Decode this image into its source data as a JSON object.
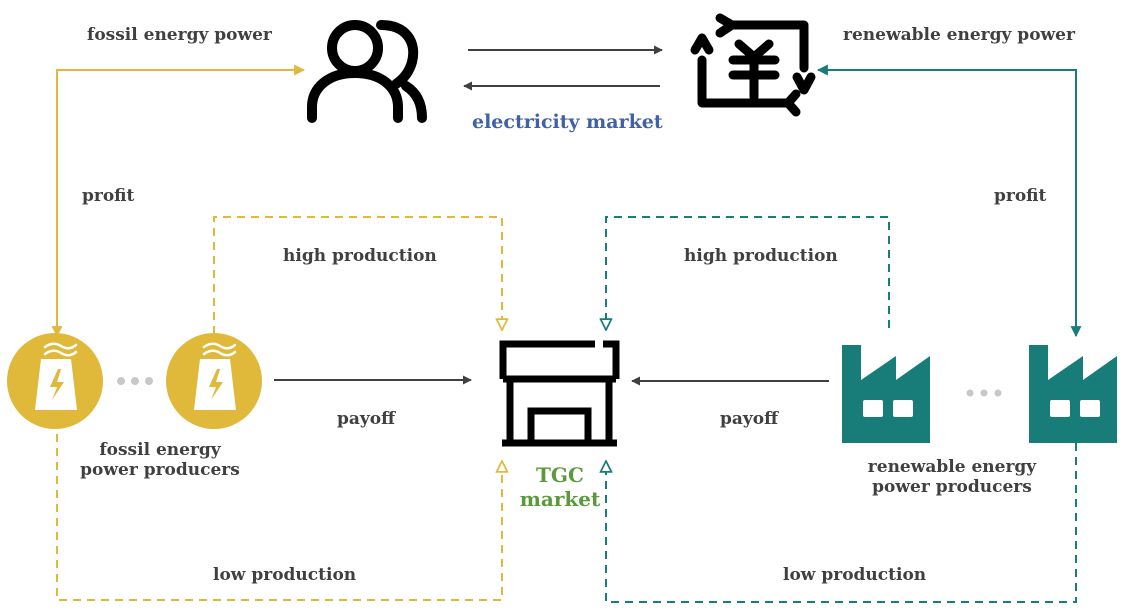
{
  "colors": {
    "fossil": "#e0b93a",
    "renewable": "#187d78",
    "arrow": "#404040",
    "electricity_market_text": "#4060a8",
    "tgc_text": "#5a9a3c",
    "dots": "#c8c8c8"
  },
  "icons": {
    "consumers": "people-icon",
    "electricity_market": "yen-exchange-icon",
    "tgc_market": "storefront-icon",
    "fossil_producer": "power-plant-icon",
    "renewable_producer": "factory-icon"
  },
  "labels": {
    "fossil_energy_power": "fossil energy power",
    "renewable_energy_power": "renewable energy power",
    "electricity_market": "electricity market",
    "profit_left": "profit",
    "profit_right": "profit",
    "high_production_left": "high production",
    "high_production_right": "high production",
    "payoff_left": "payoff",
    "payoff_right": "payoff",
    "fossil_producers_line1": "fossil energy",
    "fossil_producers_line2": "power producers",
    "renewable_producers_line1": "renewable energy",
    "renewable_producers_line2": "power producers",
    "tgc_line1": "TGC",
    "tgc_line2": "market",
    "low_production_left": "low production",
    "low_production_right": "low production"
  }
}
